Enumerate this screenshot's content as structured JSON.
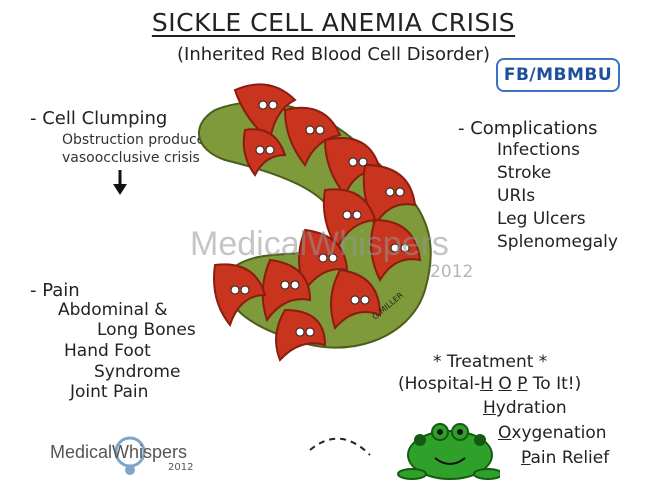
{
  "title": "SICKLE CELL ANEMIA CRISIS",
  "subtitle": "(Inherited Red Blood Cell Disorder)",
  "badge": "FB/MBMBU",
  "clumping": {
    "heading": "- Cell Clumping",
    "line1": "Obstruction produces",
    "line2": "vasoocclusive crisis"
  },
  "complications": {
    "heading": "- Complications",
    "items": [
      "Infections",
      "Stroke",
      "URIs",
      "Leg Ulcers",
      "Splenomegaly"
    ]
  },
  "pain": {
    "heading": "- Pain",
    "items": [
      "Abdominal &",
      "Long Bones",
      "Hand Foot",
      "Syndrome",
      "Joint Pain"
    ]
  },
  "treatment": {
    "heading": "* Treatment *",
    "mnemonic_pre": "(Hospital-",
    "mnemonic_h": "H",
    "mnemonic_o": "O",
    "mnemonic_p": "P",
    "mnemonic_post": " To It!)",
    "items": [
      {
        "first": "H",
        "rest": "ydration"
      },
      {
        "first": "O",
        "rest": "xygenation"
      },
      {
        "first": "P",
        "rest": "ain Relief"
      }
    ]
  },
  "signature": "G.MILLER",
  "watermark": {
    "text": "MedicalWhispers",
    "year": "2012"
  },
  "brand": {
    "text": "MedicalWhispers",
    "year": "2012"
  },
  "colors": {
    "cell": "#c8341e",
    "cell_dark": "#8a1c10",
    "vessel": "#7f9a3a",
    "frog": "#2fa02a",
    "badge": "#3b73c2"
  }
}
